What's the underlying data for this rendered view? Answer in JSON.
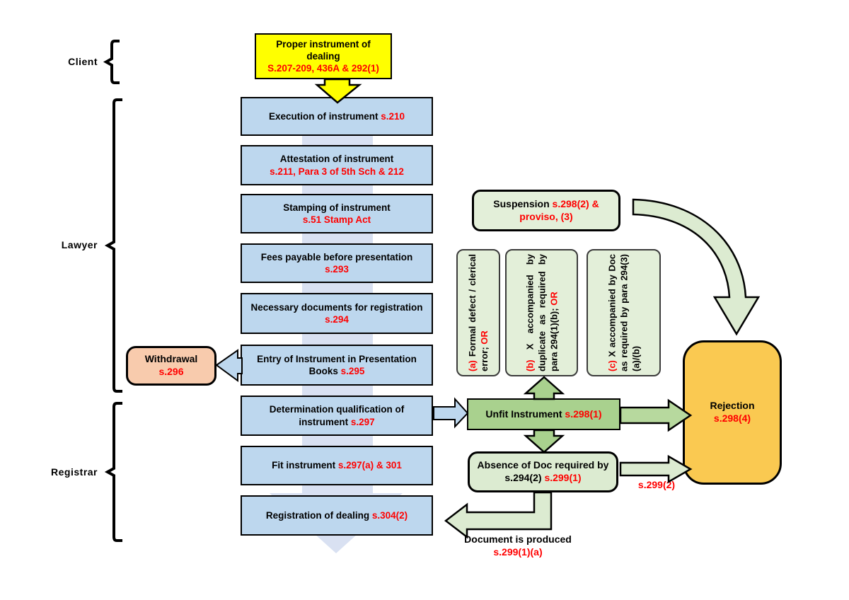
{
  "roles": {
    "client": "Client",
    "lawyer": "Lawyer",
    "registrar": "Registrar"
  },
  "start": {
    "text": "Proper instrument of dealing",
    "ref": "S.207-209, 436A & 292(1)"
  },
  "steps": [
    {
      "text": "Execution of instrument",
      "ref": "s.210"
    },
    {
      "text": "Attestation of instrument",
      "ref": "s.211, Para 3 of 5th Sch & 212"
    },
    {
      "text": "Stamping of instrument",
      "ref": "s.51 Stamp Act"
    },
    {
      "text": "Fees payable before presentation",
      "ref": "s.293"
    },
    {
      "text": "Necessary documents for registration",
      "ref": "s.294"
    },
    {
      "text": "Entry of Instrument in Presentation Books",
      "ref": "s.295"
    },
    {
      "text": "Determination qualification of instrument",
      "ref": "s.297"
    },
    {
      "text": "Fit instrument",
      "ref": "s.297(a) & 301"
    },
    {
      "text": "Registration of dealing",
      "ref": "s.304(2)"
    }
  ],
  "withdrawal": {
    "text": "Withdrawal",
    "ref": "s.296"
  },
  "suspension": {
    "text": "Suspension",
    "ref": "s.298(2) & proviso, (3)"
  },
  "conditions": [
    {
      "label": "(a)",
      "text": "Formal defect / clerical error;",
      "or": "OR"
    },
    {
      "label": "(b)",
      "text": "X accompanied by duplicate as required by para 294(1)(b);",
      "or": "OR"
    },
    {
      "label": "(c)",
      "text": "X accompanied by Doc as required by para 294(3)(a)/(b)",
      "or": ""
    }
  ],
  "unfit": {
    "text": "Unfit Instrument",
    "ref": "s.298(1)"
  },
  "absence": {
    "text": "Absence of Doc required by s.294(2)",
    "ref": "s.299(1)"
  },
  "rejection": {
    "text": "Rejection",
    "ref": "s.298(4)"
  },
  "doc_produced": {
    "text": "Document is produced",
    "ref": "s.299(1)(a)"
  },
  "annotations": {
    "s299_2": "s.299(2)"
  },
  "colors": {
    "step_blue": "#BDD7EE",
    "flow_band": "#D9E1F2",
    "start_yellow": "#FFFF00",
    "withdrawal_peach": "#F8CBAD",
    "light_green": "#E3EFD9",
    "mid_green": "#A9D18E",
    "rejection_gold": "#FAC951",
    "ref_red": "#FF0000"
  }
}
